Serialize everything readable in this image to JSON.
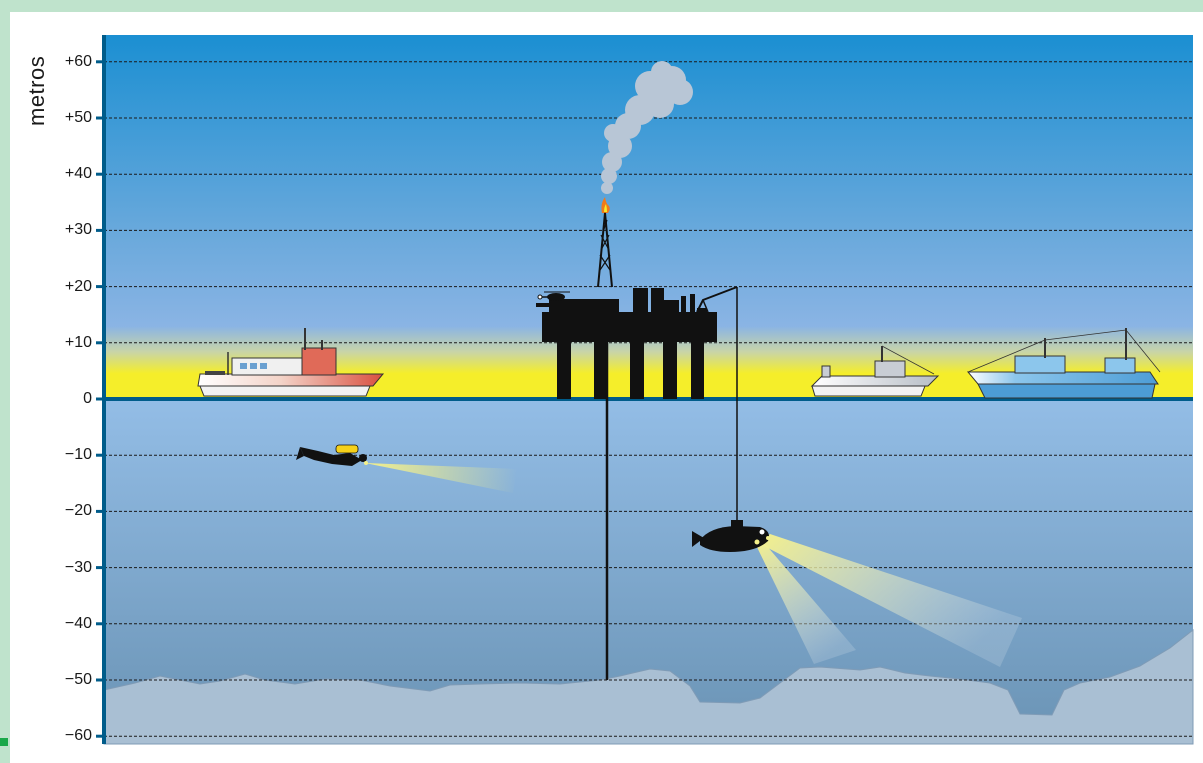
{
  "axis": {
    "title": "metros",
    "ticks": [
      {
        "value": 60,
        "label": "+60"
      },
      {
        "value": 50,
        "label": "+50"
      },
      {
        "value": 40,
        "label": "+40"
      },
      {
        "value": 30,
        "label": "+30"
      },
      {
        "value": 20,
        "label": "+20"
      },
      {
        "value": 10,
        "label": "+10"
      },
      {
        "value": 0,
        "label": "0"
      },
      {
        "value": -10,
        "label": "−10"
      },
      {
        "value": -20,
        "label": "−20"
      },
      {
        "value": -30,
        "label": "−30"
      },
      {
        "value": -40,
        "label": "−40"
      },
      {
        "value": -50,
        "label": "−50"
      },
      {
        "value": -60,
        "label": "−60"
      }
    ]
  },
  "colors": {
    "sky_top": "#1b8fd2",
    "sky_mid": "#8ab4e4",
    "horizon_glow": "#f5ee2a",
    "water_top": "#93bde6",
    "water_bottom": "#6a93b4",
    "seabed": "#a9bfd3",
    "axis": "#005c8a",
    "silhouette": "#111111",
    "light_beam": "#f4f08a",
    "red_boat": "#d95040",
    "blue_boat": "#5aa8dc",
    "grey_boat": "#c8cdd4",
    "diver_tank": "#f5d11a",
    "flare": "#f07a1a",
    "smoke": "#b8c6d6"
  },
  "icons": [
    "oil-platform-icon",
    "helicopter-icon",
    "diver-icon",
    "submersible-icon",
    "boat-icon"
  ]
}
